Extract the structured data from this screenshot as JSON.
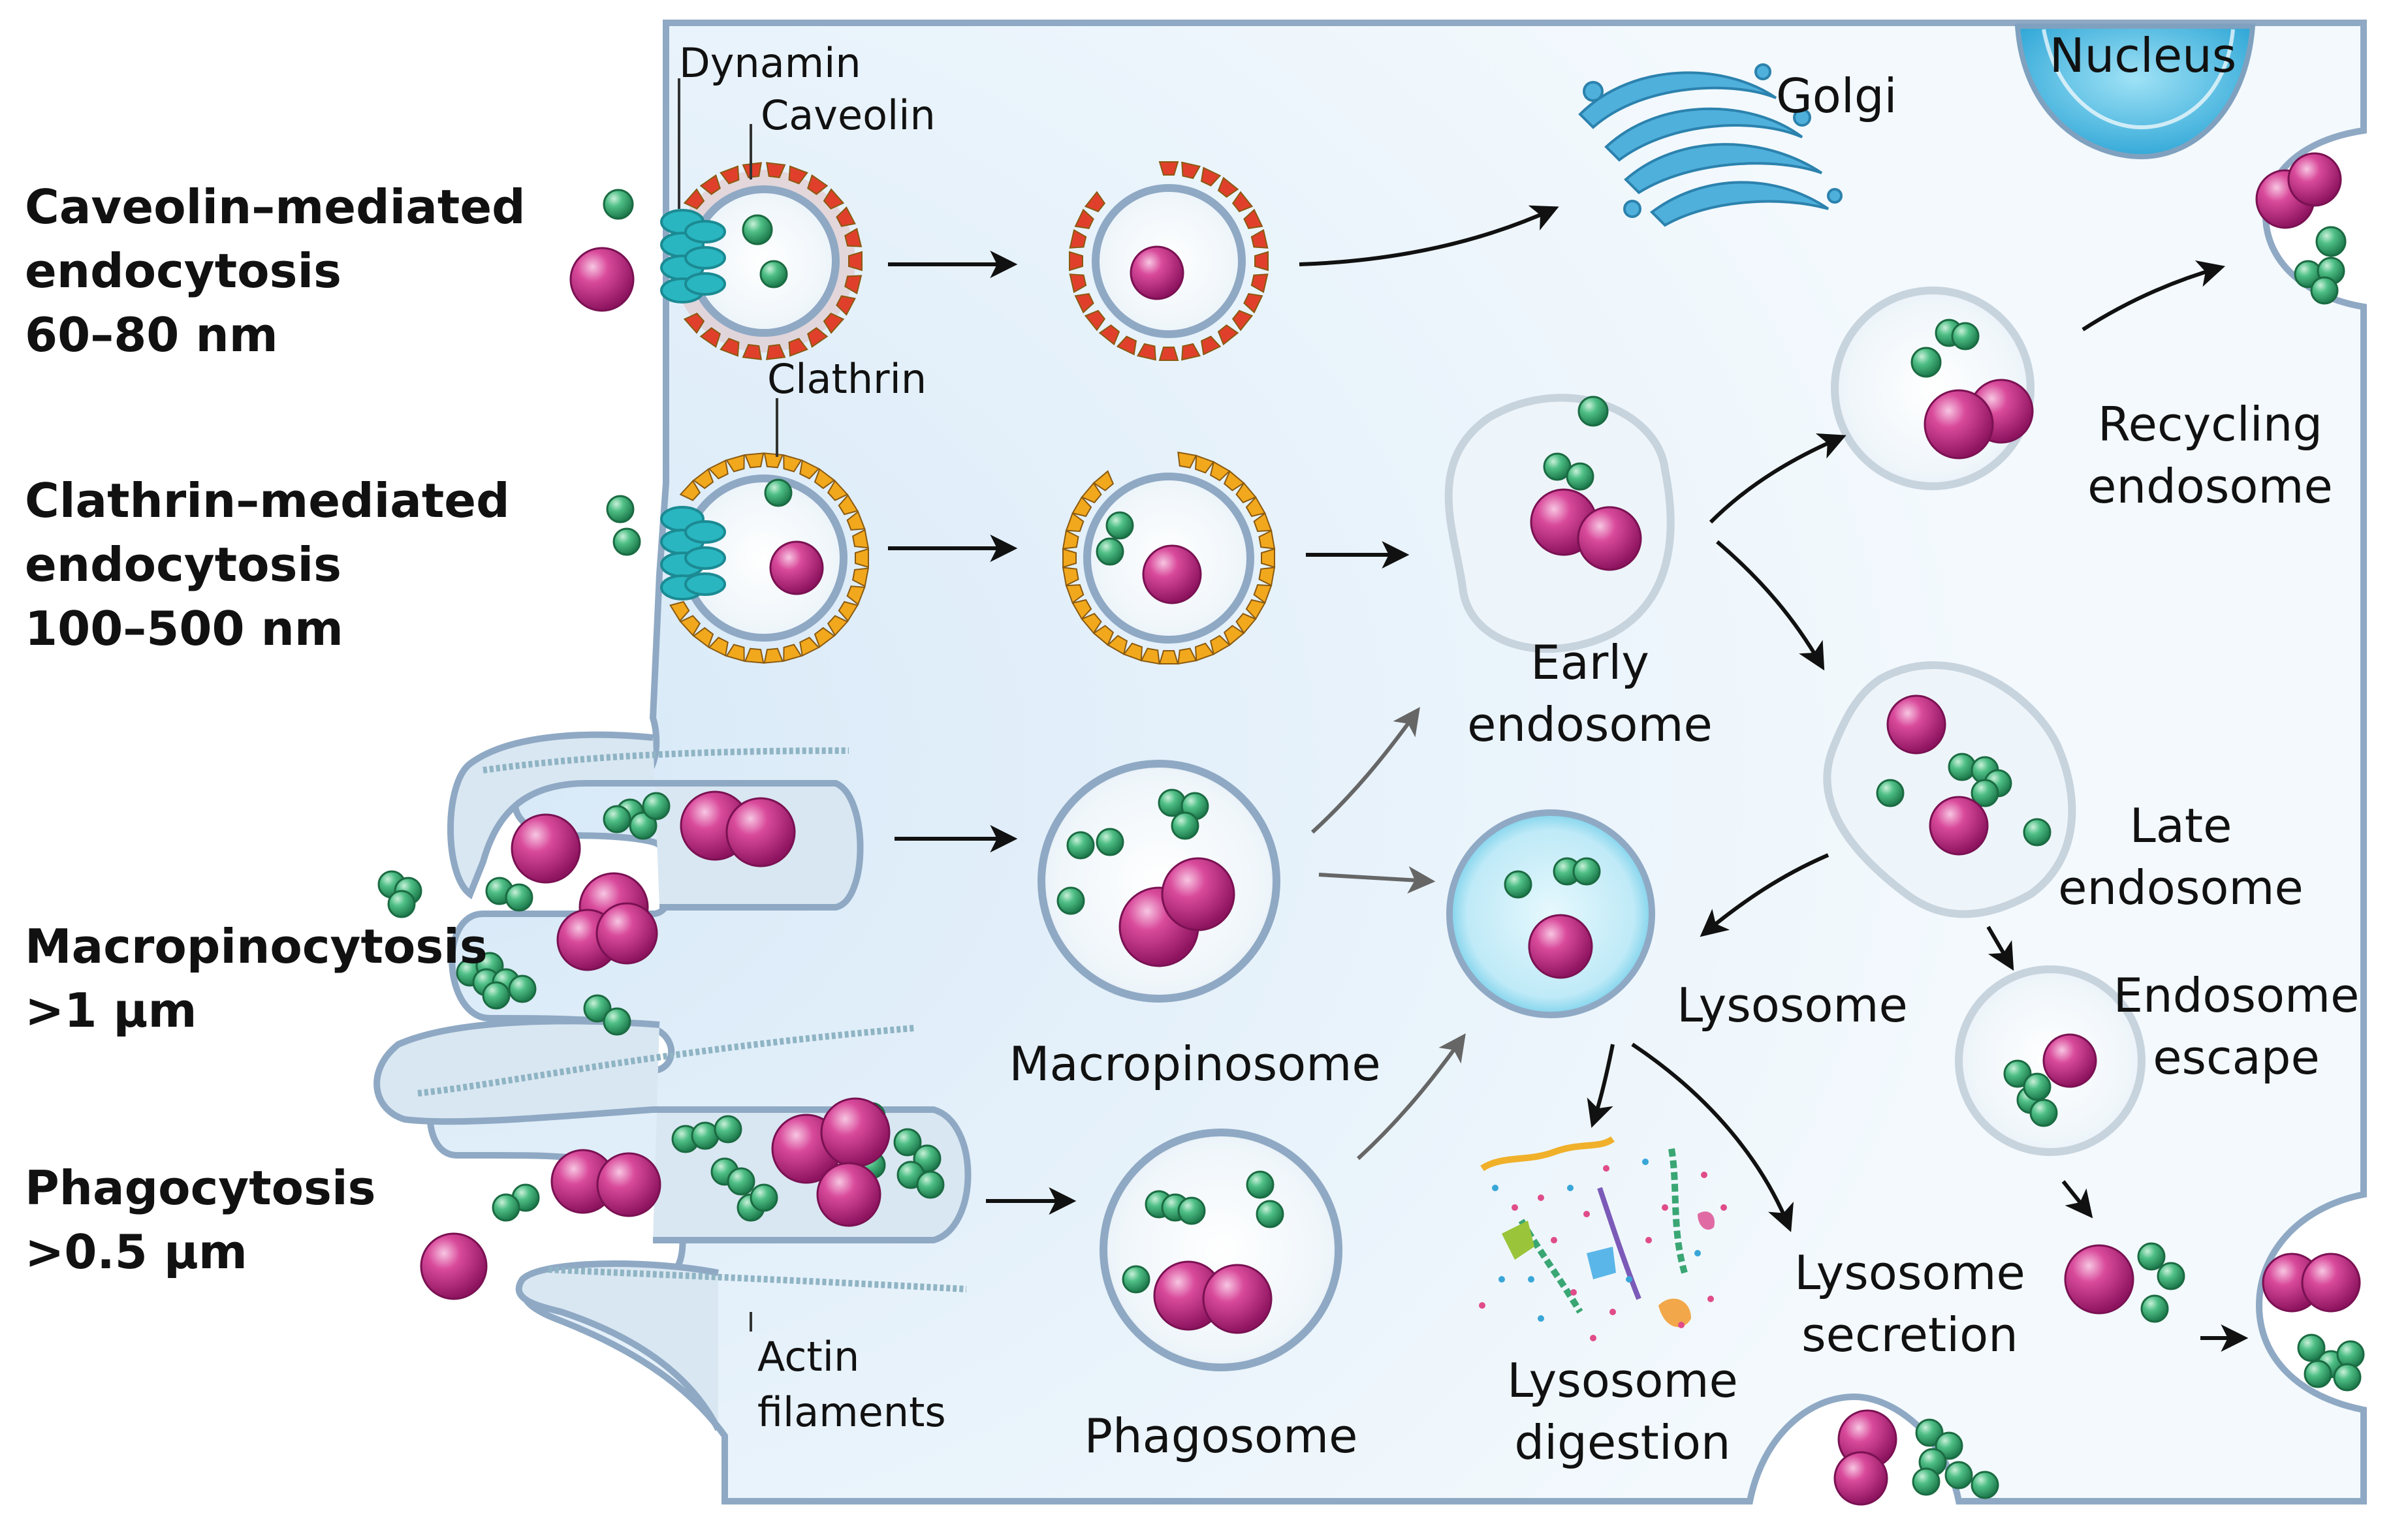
{
  "pathways": [
    {
      "name": "Caveolin–mediated",
      "line2": "endocytosis",
      "size": "60–80 nm"
    },
    {
      "name": "Clathrin–mediated",
      "line2": "endocytosis",
      "size": "100–500 nm"
    },
    {
      "name": "Macropinocytosis",
      "size": ">1 µm"
    },
    {
      "name": "Phagocytosis",
      "size": ">0.5 µm"
    }
  ],
  "labels": {
    "dynamin": "Dynamin",
    "caveolin": "Caveolin",
    "clathrin": "Clathrin",
    "golgi": "Golgi",
    "nucleus": "Nucleus",
    "early_endosome": [
      "Early",
      "endosome"
    ],
    "recycling_endosome": [
      "Recycling",
      "endosome"
    ],
    "late_endosome": [
      "Late",
      "endosome"
    ],
    "endosome_escape": [
      "Endosome",
      "escape"
    ],
    "lysosome": "Lysosome",
    "macropinosome": "Macropinosome",
    "phagosome": "Phagosome",
    "lysosome_digestion": [
      "Lysosome",
      "digestion"
    ],
    "lysosome_secretion": [
      "Lysosome",
      "secretion"
    ],
    "actin_filaments": [
      "Actin",
      "filaments"
    ]
  },
  "colors": {
    "cell_fill": "#eaf4fb",
    "membrane": "#8fa9c4",
    "cargo_large": "#c2227f",
    "cargo_small": "#3aa673",
    "caveolin": "#e0402b",
    "clathrin": "#f2a81d",
    "dynamin": "#29b6c0",
    "lysosome": "#6fcbe8",
    "golgi": "#4fb0dc",
    "arrow": "#111111",
    "arrow_grey": "#666666"
  }
}
